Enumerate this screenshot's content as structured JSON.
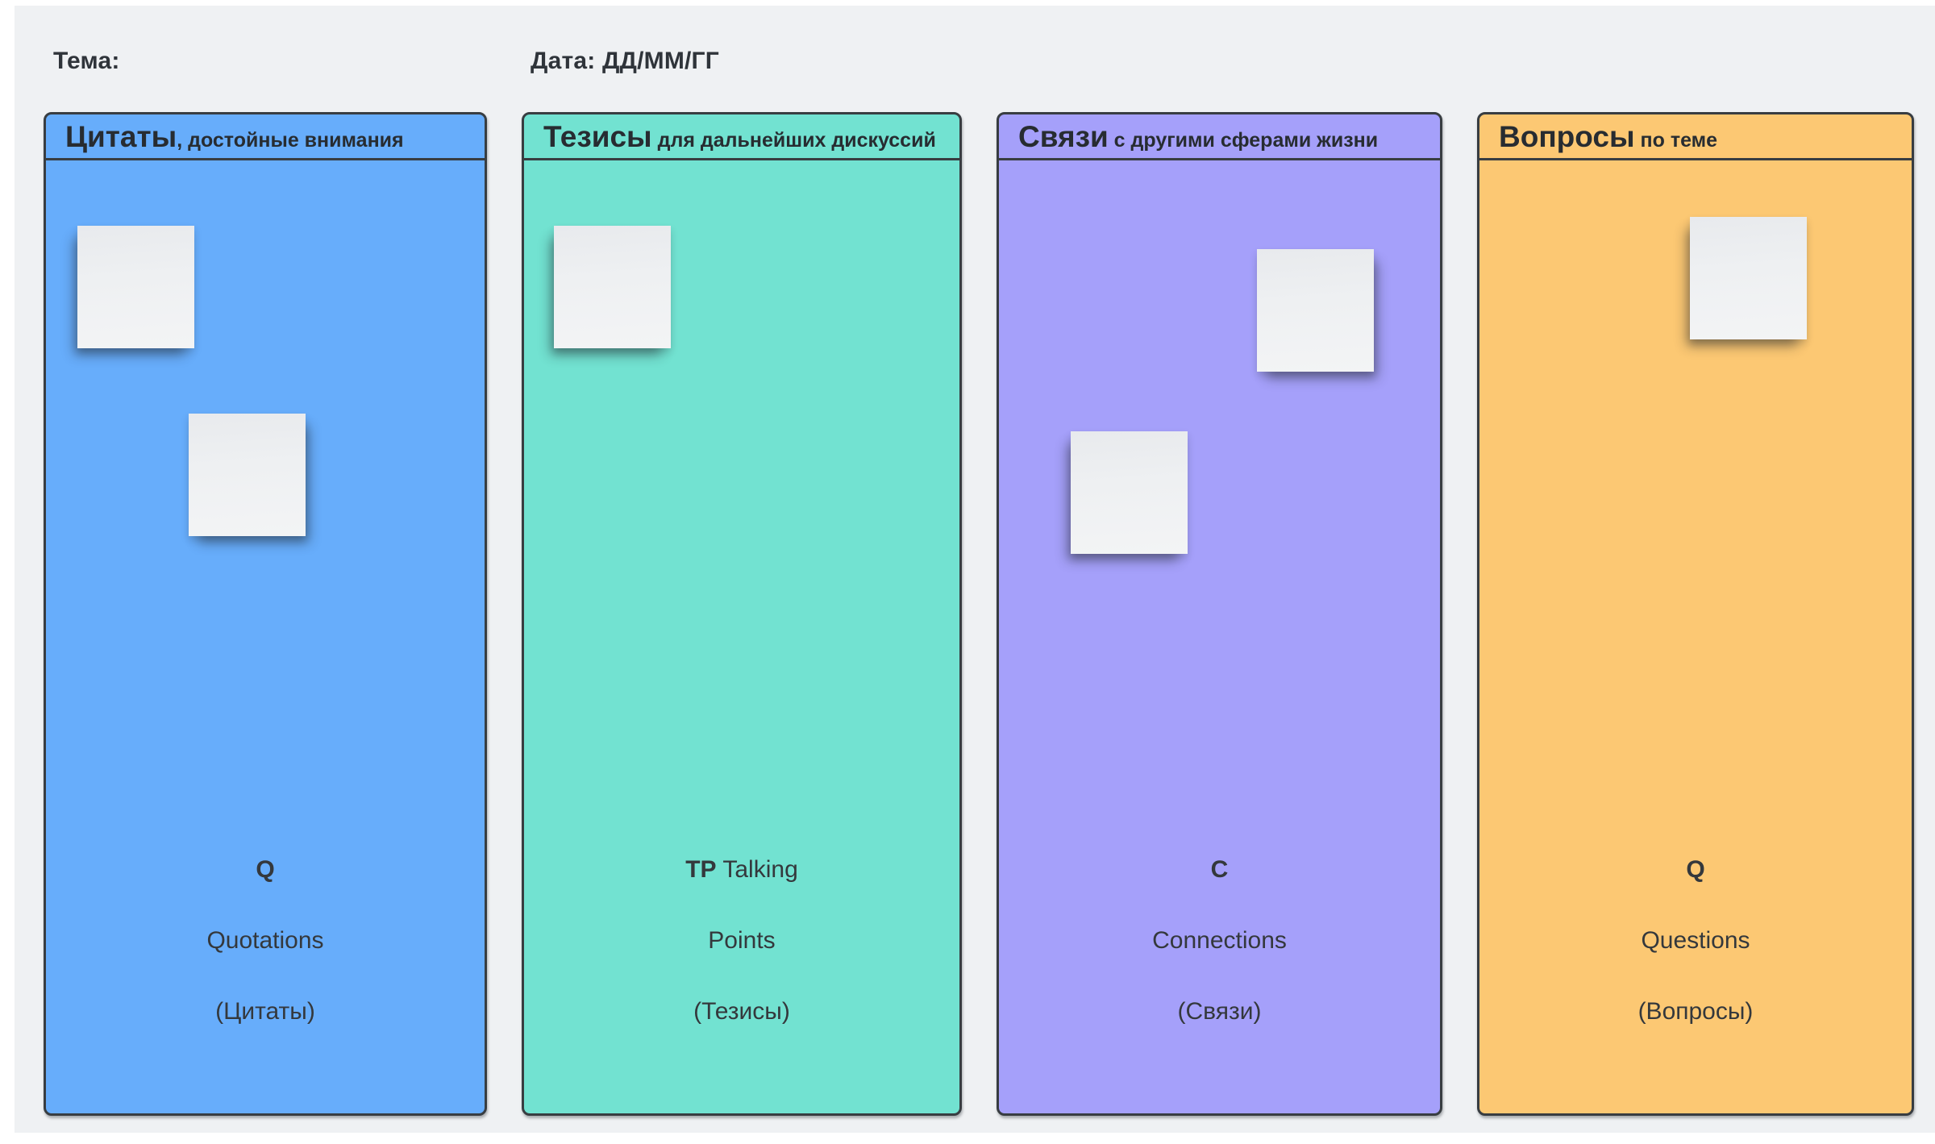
{
  "board": {
    "topic_label": "Тема:",
    "date_label": "Дата: ДД/ММ/ГГ",
    "canvas_background": "#eff1f3",
    "frame_border_color": "#383d41",
    "sticky_note_color": "#eff1f3",
    "text_color": "#2f343a"
  },
  "columns": [
    {
      "id": "quotations",
      "color": "#67adfb",
      "title_main": "Цитаты",
      "title_sub": ", достойные внимания",
      "footer": {
        "abbr": "Q",
        "abbr_rest": "",
        "line2": "Quotations",
        "line3": "(Цитаты)"
      }
    },
    {
      "id": "talking-points",
      "color": "#72e2d1",
      "title_main": "Тезисы",
      "title_sub": " для дальнейших дискуссий",
      "footer": {
        "abbr": "TP",
        "abbr_rest": " Talking",
        "line2": "Points",
        "line3": "(Тезисы)"
      }
    },
    {
      "id": "connections",
      "color": "#a5a0fa",
      "title_main": "Связи",
      "title_sub": " с другими сферами жизни",
      "footer": {
        "abbr": "C",
        "abbr_rest": "",
        "line2": "Connections",
        "line3": "(Связи)"
      }
    },
    {
      "id": "questions",
      "color": "#fcc873",
      "title_main": "Вопросы",
      "title_sub": " по теме",
      "footer": {
        "abbr": "Q",
        "abbr_rest": "",
        "line2": "Questions",
        "line3": "(Вопросы)"
      }
    }
  ]
}
